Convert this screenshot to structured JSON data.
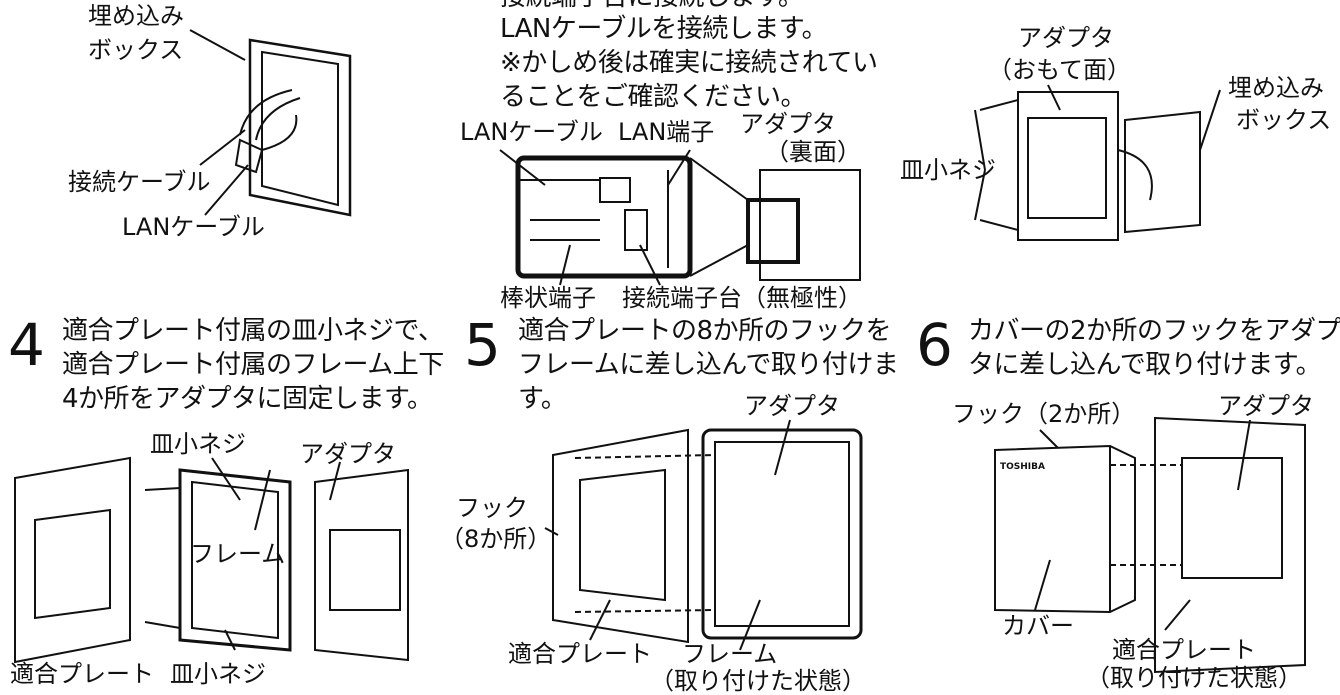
{
  "top_left": {
    "box_label": "埋め込み\nボックス",
    "cable1": "接続ケーブル",
    "cable2": "LANケーブル"
  },
  "top_center": {
    "line1": "接続端子台に接続します。",
    "line2": "LANケーブルを接続します。",
    "line3": "※かしめ後は確実に接続されてい",
    "line4": "ることをご確認ください。",
    "lan_cable": "LANケーブル",
    "lan_port": "LAN端子",
    "adapter": "アダプタ",
    "adapter_back": "（裏面）",
    "rod_terminal": "棒状端子",
    "terminal_block": "接続端子台（無極性）"
  },
  "top_right": {
    "adapter": "アダプタ",
    "adapter_front": "（おもて面）",
    "box_label1": "埋め込み",
    "box_label2": "ボックス",
    "screw": "皿小ネジ"
  },
  "steps": [
    {
      "num": "4",
      "lines": [
        "適合プレート付属の皿小ネジで、",
        "適合プレート付属のフレーム上下",
        "4か所をアダプタに固定します。"
      ]
    },
    {
      "num": "5",
      "lines": [
        "適合プレートの8か所のフックを",
        "フレームに差し込んで取り付けま",
        "す。"
      ]
    },
    {
      "num": "6",
      "lines": [
        "カバーの2か所のフックをアダプ",
        "タに差し込んで取り付けます。"
      ]
    }
  ],
  "step4_labels": {
    "screw_top": "皿小ネジ",
    "adapter": "アダプタ",
    "frame": "フレーム",
    "plate": "適合プレート",
    "screw_bottom": "皿小ネジ"
  },
  "step5_labels": {
    "adapter": "アダプタ",
    "hook1": "フック",
    "hook2": "（8か所）",
    "plate": "適合プレート",
    "frame1": "フレーム",
    "frame2": "（取り付けた状態）"
  },
  "step6_labels": {
    "hook": "フック（2か所）",
    "adapter": "アダプタ",
    "cover": "カバー",
    "brand": "TOSHIBA",
    "plate1": "適合プレート",
    "plate2": "（取り付けた状態）"
  }
}
